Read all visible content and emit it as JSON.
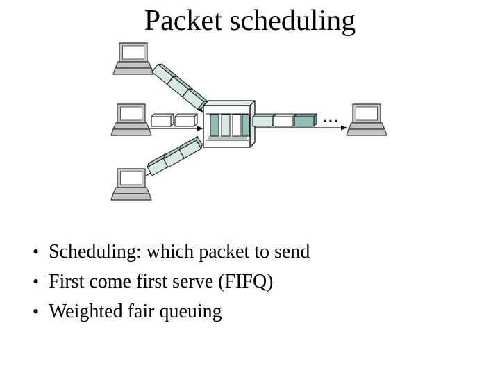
{
  "slide": {
    "title": "Packet scheduling",
    "bullet_char": "•",
    "bullets": [
      "Scheduling: which packet to send",
      "First come first serve (FIFQ)",
      "Weighted fair queuing"
    ]
  },
  "diagram": {
    "ellipsis": "...",
    "icons": {
      "source_hosts": "computer-icon",
      "destination_host": "computer-icon",
      "router_buffer": "queue-box-icon",
      "packet": "packet-icon",
      "flow": "arrow-icon"
    }
  },
  "colors": {
    "packet_teal": "#8fbeb7",
    "packet_teal_dark": "#6fa39c",
    "packet_light": "#d9e8e4",
    "packet_light_edge": "#a9cbc5",
    "packet_white": "#ffffff",
    "packet_white_edge": "#ededed",
    "computer_gray": "#c6c6c6",
    "screen_white": "#ffffff",
    "box_face": "#e3ecea",
    "queue_shadow": "#b9c1bf",
    "outline": "#141414"
  }
}
